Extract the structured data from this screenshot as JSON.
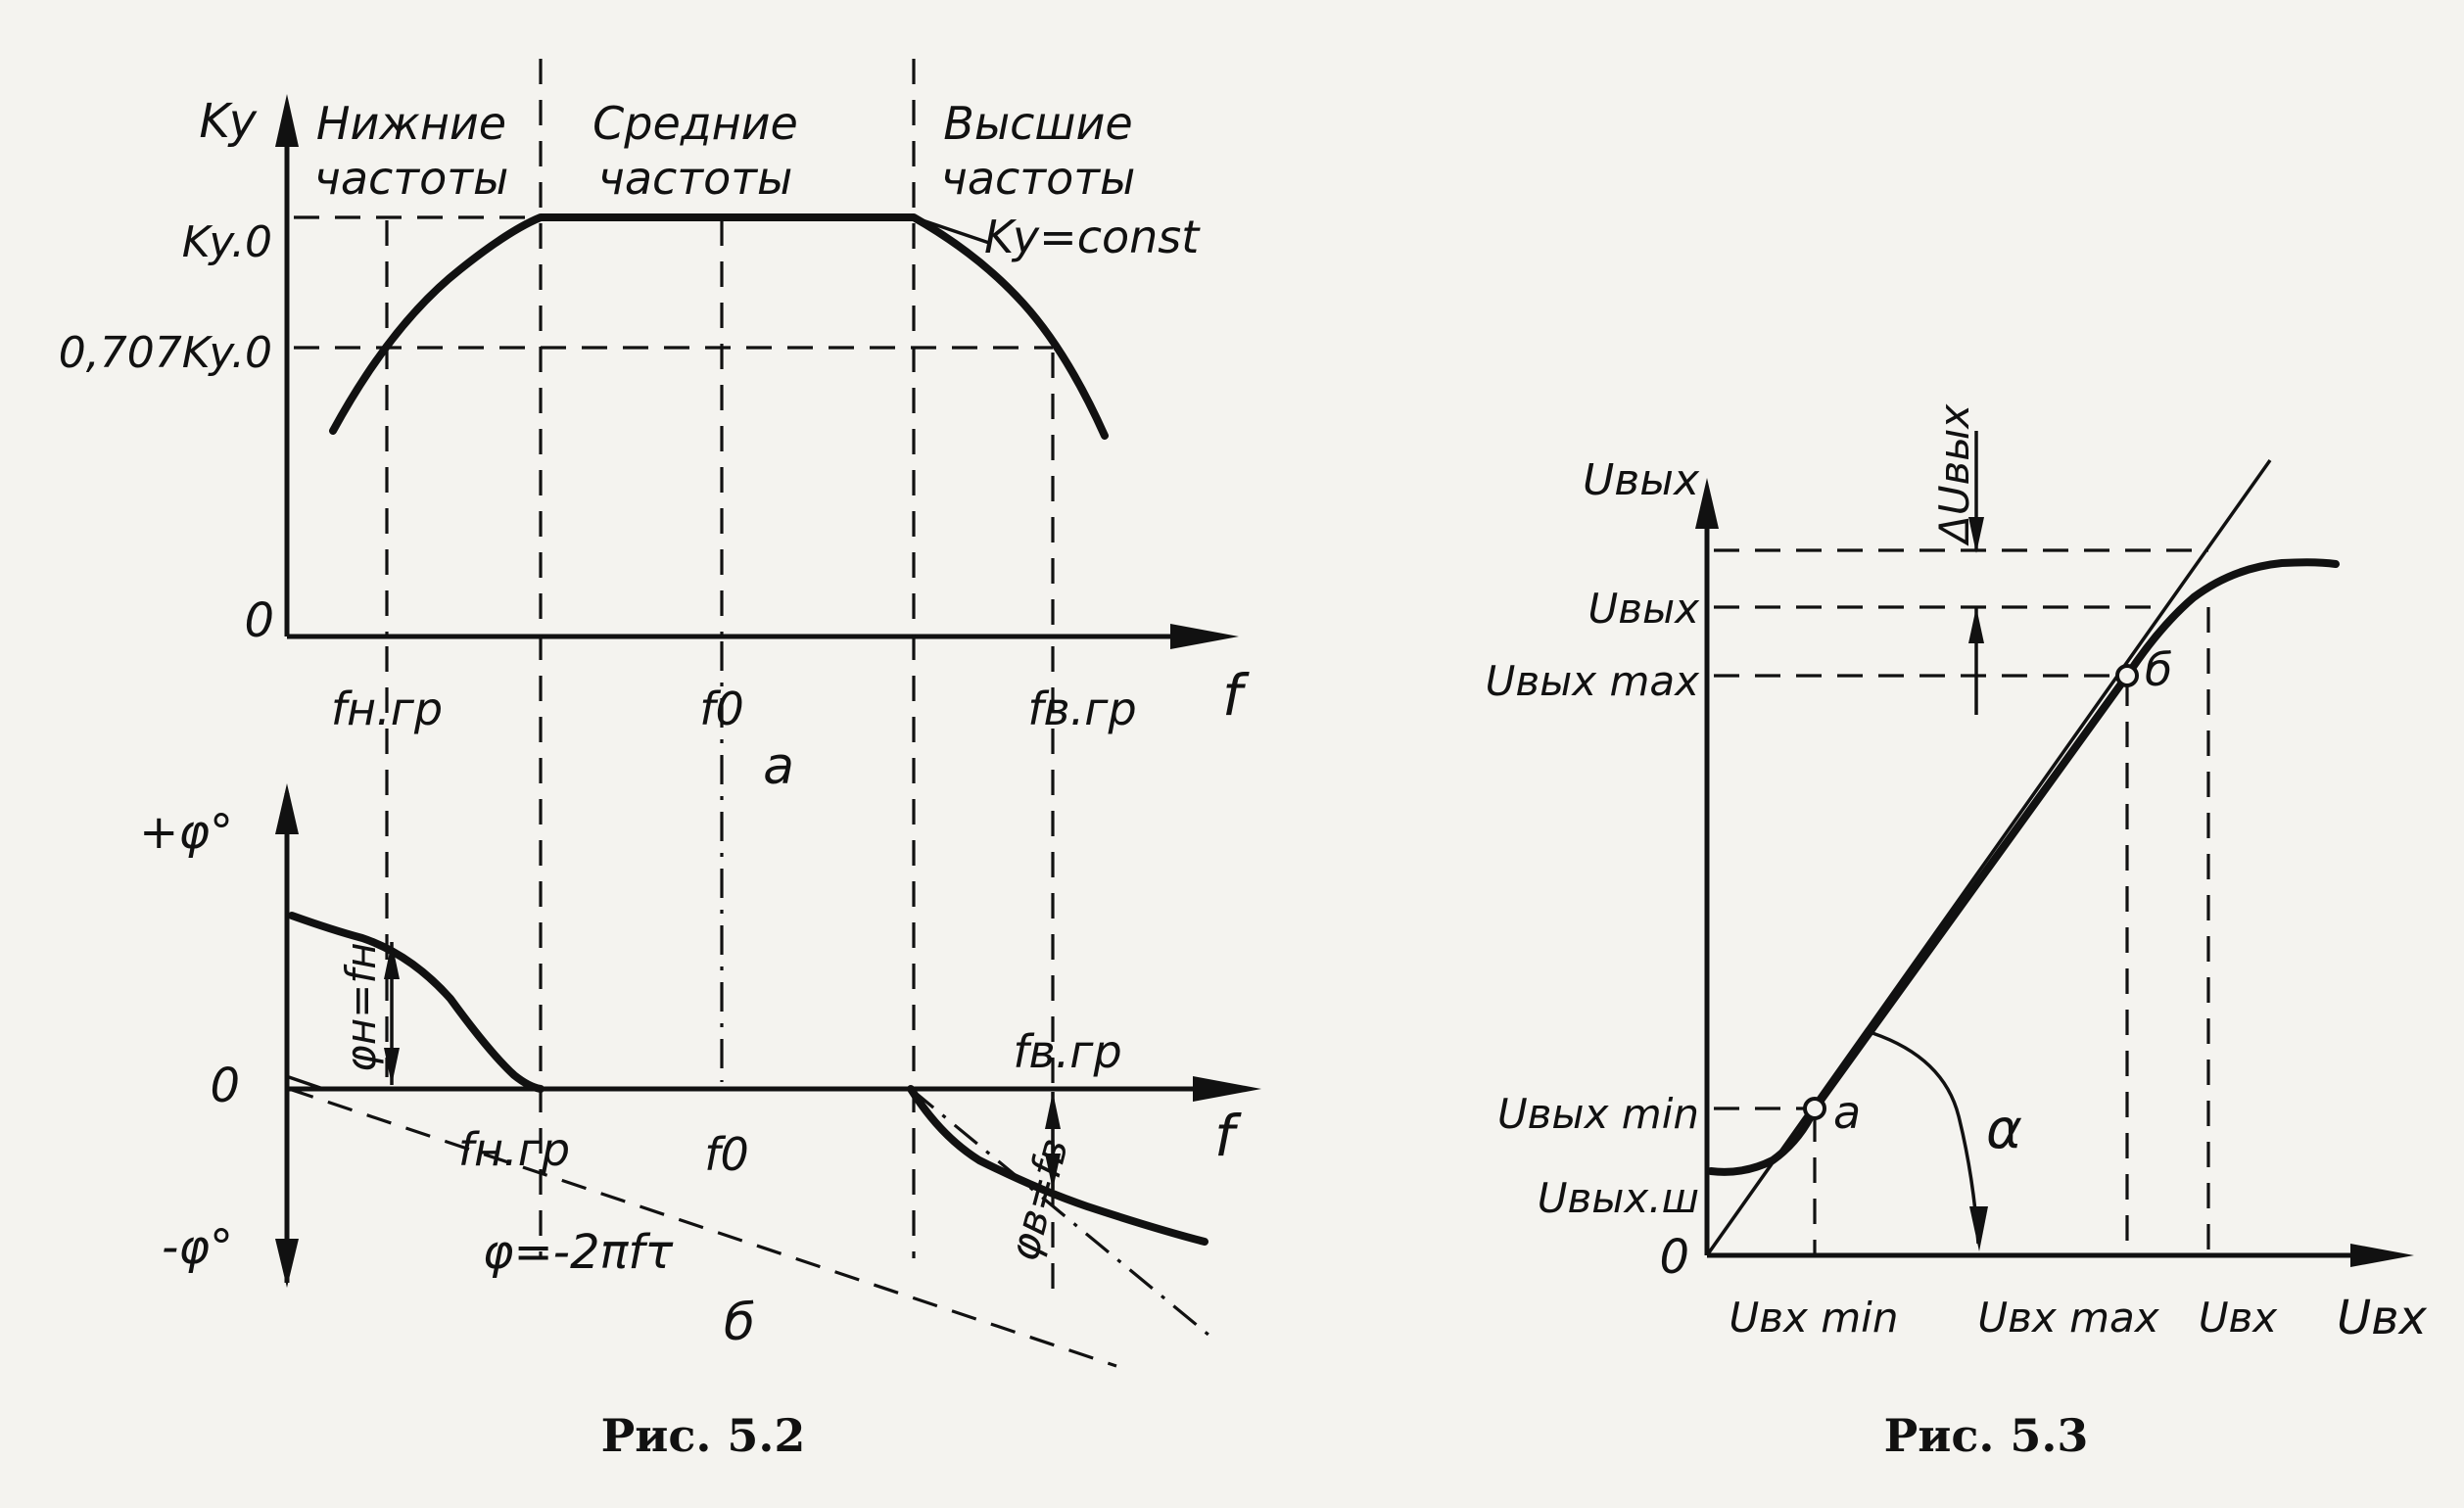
{
  "fig52": {
    "caption": "Рис. 5.2",
    "top": {
      "ylabel": "Ky",
      "origin": "0",
      "xlabel": "f",
      "y_ticks": [
        "Ky.0",
        "0,707Ky.0"
      ],
      "x_ticks": [
        "fн.гр",
        "f0",
        "fв.гр"
      ],
      "regions": [
        {
          "line1": "Нижние",
          "line2": "частоты"
        },
        {
          "line1": "Средние",
          "line2": "частоты"
        },
        {
          "line1": "Высшие",
          "line2": "частоты"
        }
      ],
      "const_label": "Ky=const",
      "sublabel": "а"
    },
    "bottom": {
      "ylabel_pos": "+φ°",
      "ylabel_neg": "-φ°",
      "origin": "0",
      "xlabel": "f",
      "x_ticks_below": [
        "fн.гр",
        "f0"
      ],
      "x_tick_above": "fв.гр",
      "phi_low": "φн=fн",
      "phi_high": "φв=fв",
      "line_formula": "φ=-2πfτ",
      "sublabel": "б"
    }
  },
  "fig53": {
    "caption": "Рис. 5.3",
    "ylabel": "Uвых",
    "xlabel": "Uвх",
    "origin": "0",
    "y_ticks": [
      "Uвых",
      "Uвых max",
      "Uвых min",
      "Uвых.ш"
    ],
    "x_ticks": [
      "Uвх min",
      "Uвх max",
      "Uвх"
    ],
    "delta": "ΔUвых",
    "point_a": "а",
    "point_b": "б",
    "angle": "α"
  }
}
